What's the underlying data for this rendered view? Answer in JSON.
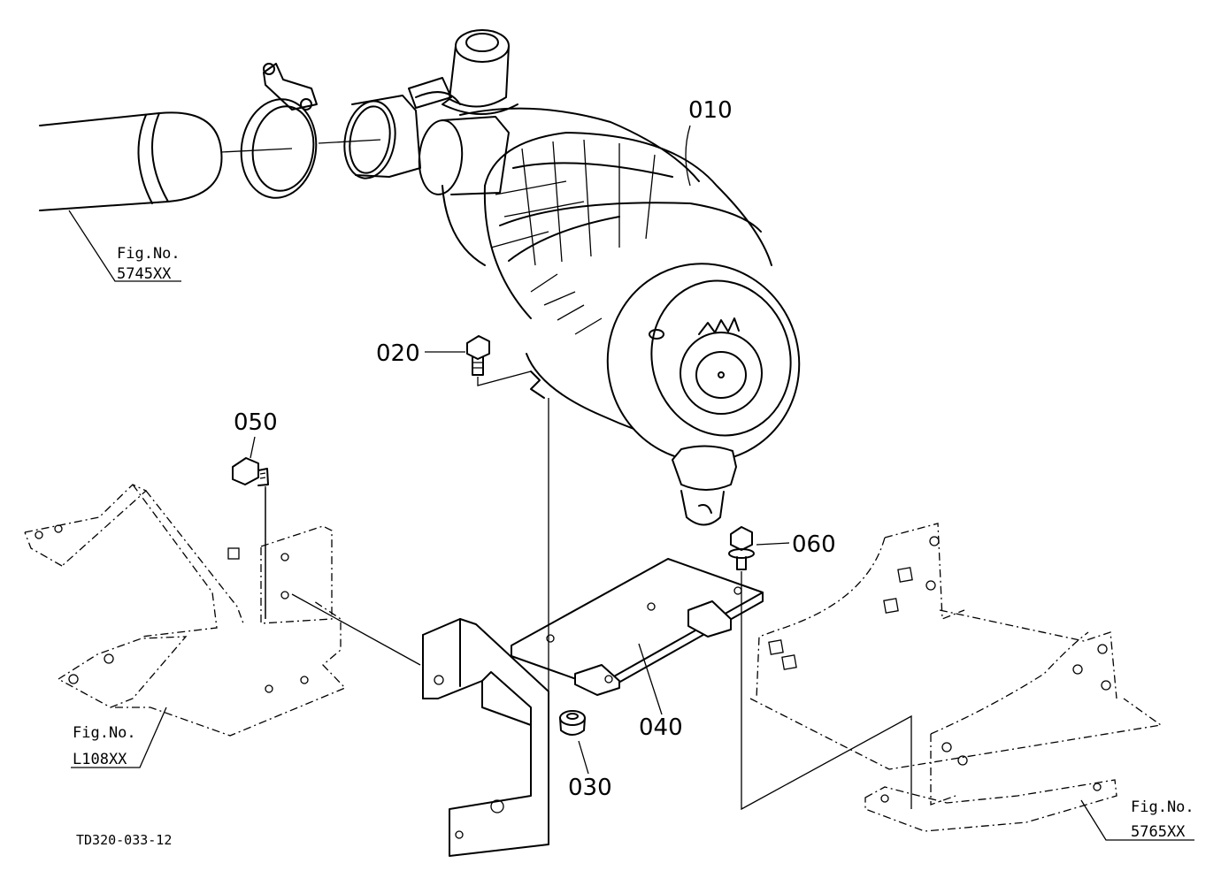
{
  "parts": [
    {
      "id": "part-010",
      "number": "010"
    },
    {
      "id": "part-020",
      "number": "020"
    },
    {
      "id": "part-030",
      "number": "030"
    },
    {
      "id": "part-040",
      "number": "040"
    },
    {
      "id": "part-050",
      "number": "050"
    },
    {
      "id": "part-060",
      "number": "060"
    }
  ],
  "references": [
    {
      "caption": "Fig.No.",
      "number": "5745XX"
    },
    {
      "caption": "Fig.No.",
      "number": "L108XX"
    },
    {
      "caption": "Fig.No.",
      "number": "5765XX"
    }
  ],
  "drawing_code": "TD320-033-12"
}
